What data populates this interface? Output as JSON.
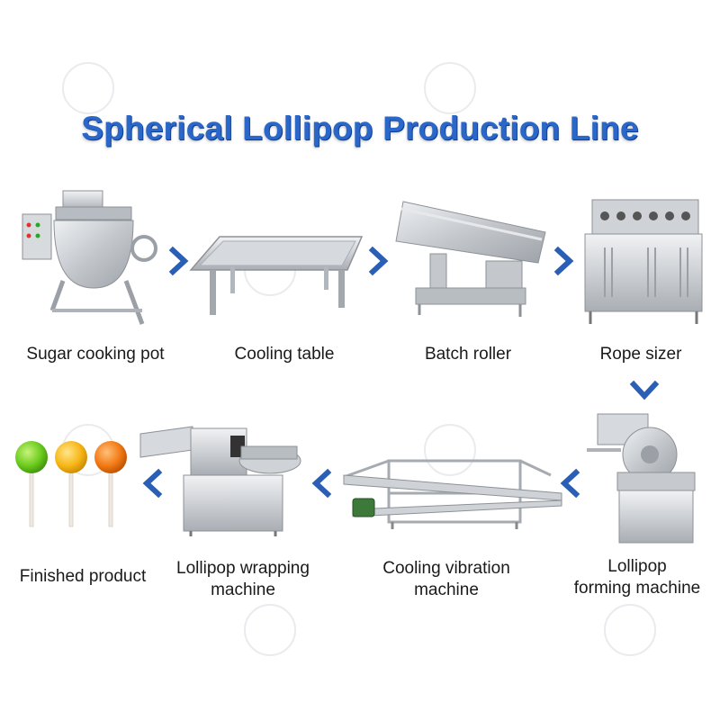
{
  "title": "Spherical Lollipop Production Line",
  "colors": {
    "title": "#2a67c8",
    "arrow": "#2a5fb5",
    "steel": "#c9ccd0",
    "steel_dark": "#8d9297",
    "candy_green": "#6ccc1e",
    "candy_yellow": "#f7b718",
    "candy_orange": "#f27a14"
  },
  "steps": [
    {
      "id": "sugar-cooking-pot",
      "label": [
        "Sugar cooking pot"
      ]
    },
    {
      "id": "cooling-table",
      "label": [
        "Cooling table"
      ]
    },
    {
      "id": "batch-roller",
      "label": [
        "Batch roller"
      ]
    },
    {
      "id": "rope-sizer",
      "label": [
        "Rope sizer"
      ]
    },
    {
      "id": "lollipop-forming-machine",
      "label": [
        "Lollipop",
        "forming machine"
      ]
    },
    {
      "id": "cooling-vibration-machine",
      "label": [
        "Cooling vibration",
        "machine"
      ]
    },
    {
      "id": "lollipop-wrapping-machine",
      "label": [
        "Lollipop wrapping",
        "machine"
      ]
    },
    {
      "id": "finished-product",
      "label": [
        "Finished product"
      ]
    }
  ],
  "flow": [
    "right",
    "right",
    "right",
    "down",
    "left",
    "left",
    "left"
  ]
}
